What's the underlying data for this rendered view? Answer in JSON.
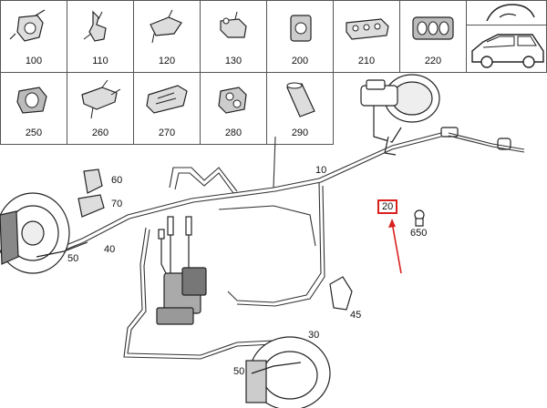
{
  "parts_grid": {
    "row1": [
      {
        "label": "100",
        "icon": "bracket-clip-icon"
      },
      {
        "label": "110",
        "icon": "brake-line-clip-icon"
      },
      {
        "label": "120",
        "icon": "hose-bracket-icon"
      },
      {
        "label": "130",
        "icon": "pipe-holder-icon"
      },
      {
        "label": "200",
        "icon": "rubber-grommet-icon"
      },
      {
        "label": "210",
        "icon": "multi-pipe-clip-icon"
      },
      {
        "label": "220",
        "icon": "triple-grommet-icon"
      }
    ],
    "row2": [
      {
        "label": "250",
        "icon": "rubber-mount-icon"
      },
      {
        "label": "260",
        "icon": "line-bracket-icon"
      },
      {
        "label": "270",
        "icon": "mounting-plate-icon"
      },
      {
        "label": "280",
        "icon": "clamp-block-icon"
      },
      {
        "label": "290",
        "icon": "sleeve-tube-icon"
      }
    ]
  },
  "vehicle_icons": [
    "steering-wheel-icon",
    "suv-vehicle-icon"
  ],
  "callouts": {
    "c10": "10",
    "c20": "20",
    "c30": "30",
    "c40": "40",
    "c45": "45",
    "c50a": "50",
    "c50b": "50",
    "c60": "60",
    "c70": "70",
    "c650": "650"
  },
  "highlight_color": "#d9201f"
}
